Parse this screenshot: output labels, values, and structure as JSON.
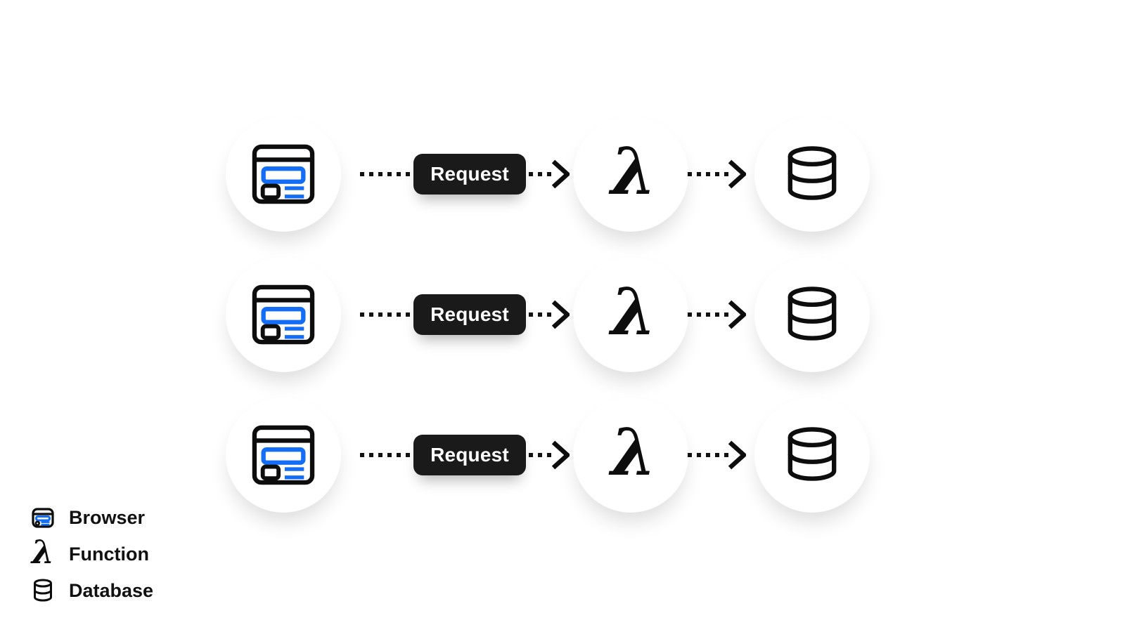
{
  "diagram_title": "Browser request to serverless function to database flow",
  "colors": {
    "background": "#ffffff",
    "accent_blue": "#146ef5",
    "stroke_dark": "#0d0d0d",
    "badge_bg": "#1a1a1a",
    "badge_text": "#ffffff"
  },
  "symbols": {
    "lambda": "λ"
  },
  "flow_rows": [
    {
      "badge_label": "Request"
    },
    {
      "badge_label": "Request"
    },
    {
      "badge_label": "Request"
    }
  ],
  "legend": {
    "items": [
      {
        "icon": "browser-icon",
        "label": "Browser"
      },
      {
        "icon": "lambda-icon",
        "label": "Function"
      },
      {
        "icon": "database-icon",
        "label": "Database"
      }
    ]
  }
}
